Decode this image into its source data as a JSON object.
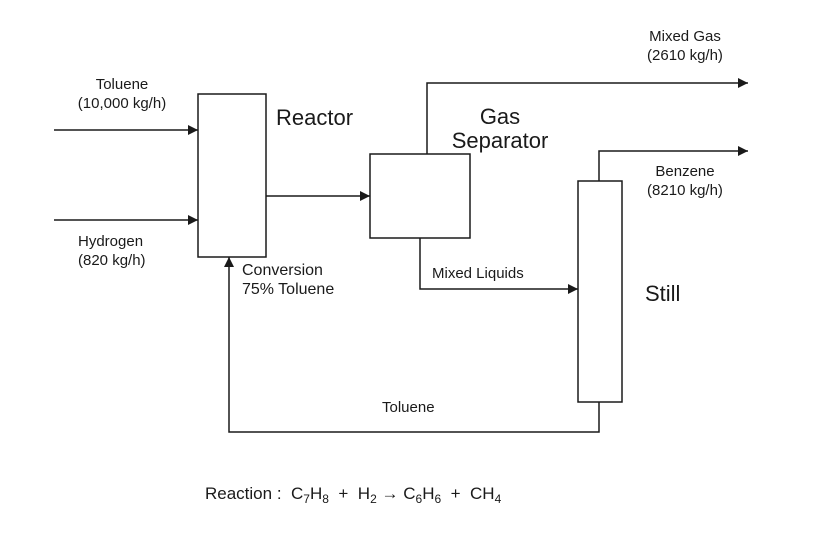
{
  "streams": {
    "toluene_feed": {
      "name": "Toluene",
      "rate": "(10,000 kg/h)"
    },
    "hydrogen_feed": {
      "name": "Hydrogen",
      "rate": "(820 kg/h)"
    },
    "mixed_gas": {
      "name": "Mixed Gas",
      "rate": "(2610 kg/h)"
    },
    "benzene": {
      "name": "Benzene",
      "rate": "(8210 kg/h)"
    },
    "mixed_liquids": {
      "name": "Mixed Liquids"
    },
    "toluene_recycle": {
      "name": "Toluene"
    }
  },
  "units": {
    "reactor": {
      "label": "Reactor",
      "note_line1": "Conversion",
      "note_line2": "75% Toluene"
    },
    "separator": {
      "label_line1": "Gas",
      "label_line2": "Separator"
    },
    "still": {
      "label": "Still"
    }
  },
  "reaction": {
    "prefix": "Reaction :",
    "r1": "C",
    "r1_s1": "7",
    "r1_m": "H",
    "r1_s2": "8",
    "plus1": "+",
    "r2": "H",
    "r2_s": "2",
    "arrow": "→",
    "p1": "C",
    "p1_s1": "6",
    "p1_m": "H",
    "p1_s2": "6",
    "plus2": "+",
    "p2": "CH",
    "p2_s": "4"
  }
}
